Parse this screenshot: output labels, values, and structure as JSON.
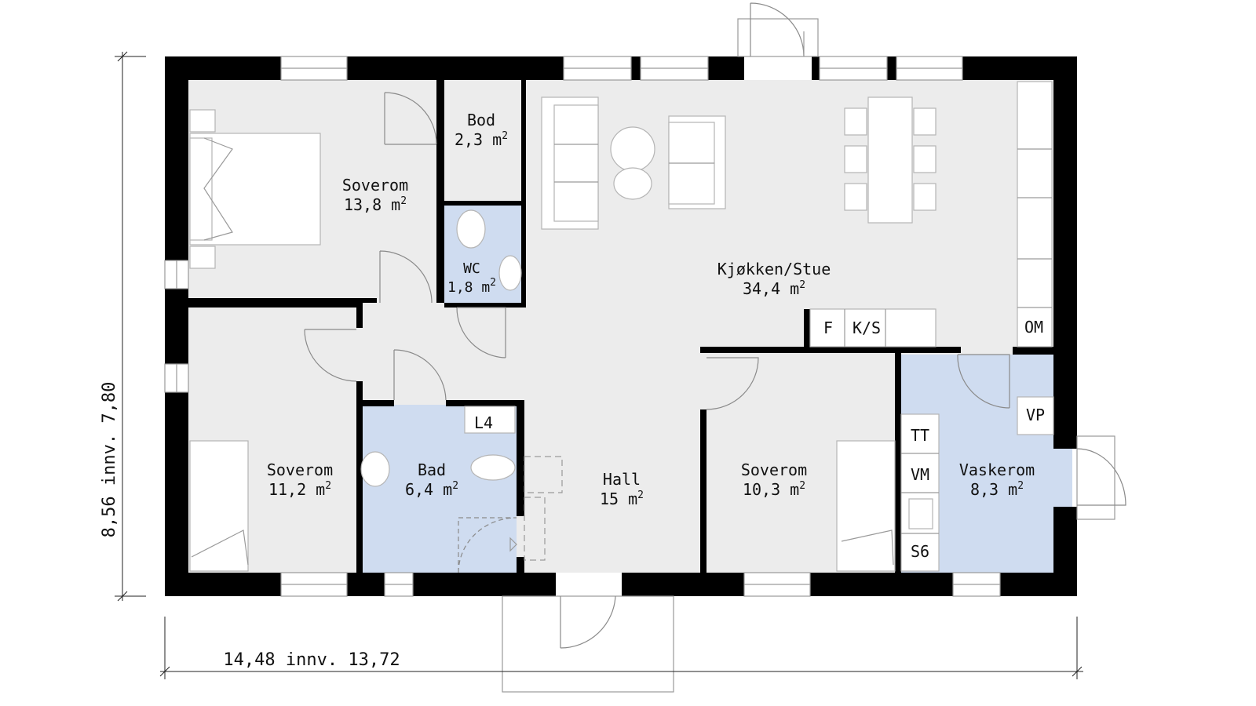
{
  "rooms": {
    "soverom_1": {
      "name": "Soverom",
      "area": "13,8 m"
    },
    "bod": {
      "name": "Bod",
      "area": "2,3 m"
    },
    "wc": {
      "name": "WC",
      "area": "1,8 m"
    },
    "kjokken_stue": {
      "name": "Kjøkken/Stue",
      "area": "34,4 m"
    },
    "soverom_2": {
      "name": "Soverom",
      "area": "11,2 m"
    },
    "bad": {
      "name": "Bad",
      "area": "6,4 m"
    },
    "hall": {
      "name": "Hall",
      "area": "15 m"
    },
    "soverom_3": {
      "name": "Soverom",
      "area": "10,3 m"
    },
    "vaskerom": {
      "name": "Vaskerom",
      "area": "8,3 m"
    }
  },
  "area_unit_superscript": "2",
  "fixtures": {
    "fridge": "F",
    "fridge_freezer": "K/S",
    "oven_microwave": "OM",
    "heat_pump": "VP",
    "tumble_dryer": "TT",
    "washing_machine": "VM",
    "cabinet_s6": "S6",
    "cabinet_l4": "L4"
  },
  "dimensions": {
    "width": "14,48 innv. 13,72",
    "depth": "8,56 innv. 7,80"
  },
  "colors": {
    "wall": "#000000",
    "floor": "#ececec",
    "wet_room": "#cfdcf0"
  }
}
